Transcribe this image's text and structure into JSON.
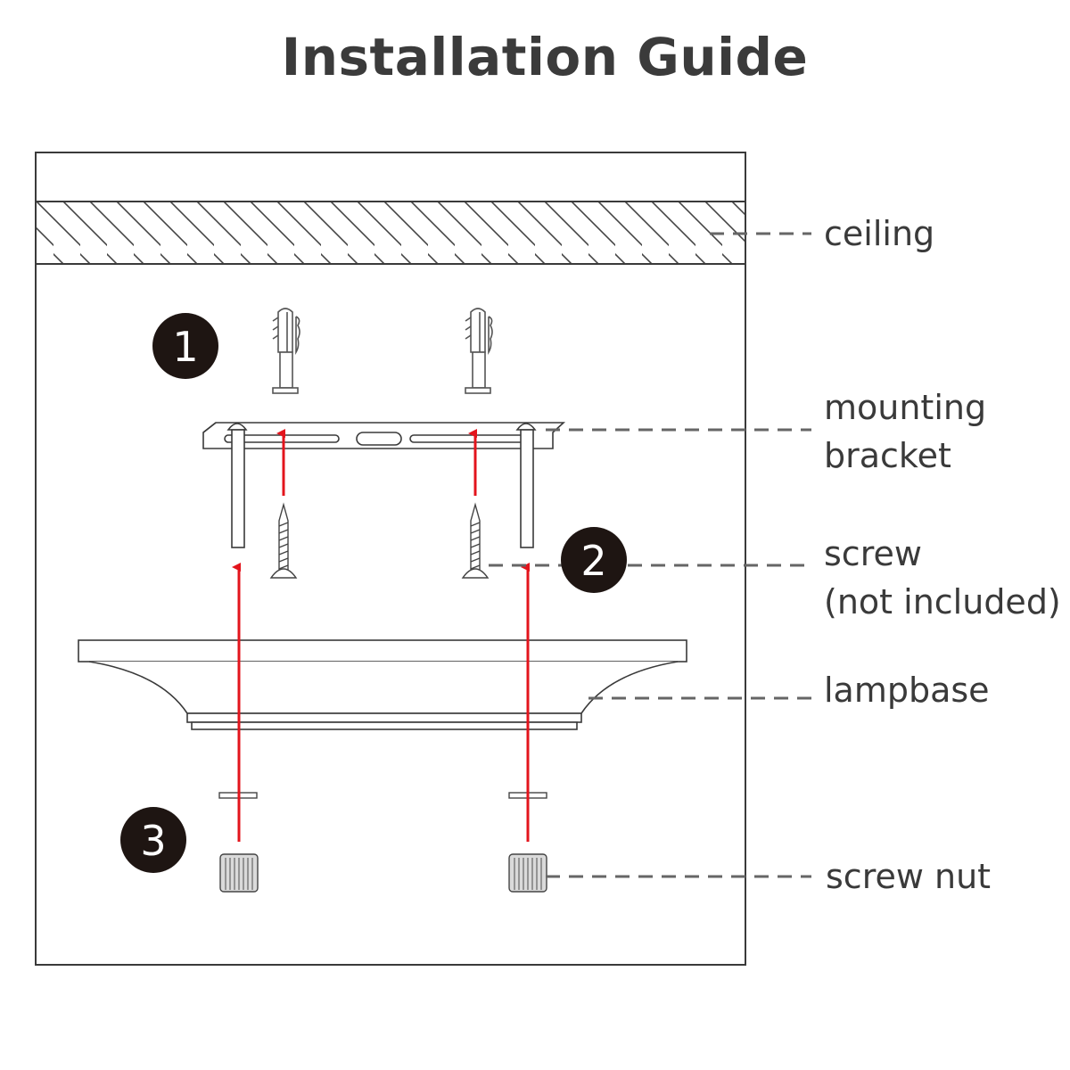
{
  "title": "Installation Guide",
  "labels": {
    "ceiling": "ceiling",
    "mounting_bracket_line1": "mounting",
    "mounting_bracket_line2": "bracket",
    "screw_line1": "screw",
    "screw_line2": "(not included)",
    "lampbase": "lampbase",
    "screw_nut": "screw nut"
  },
  "steps": [
    "1",
    "2",
    "3"
  ],
  "colors": {
    "arrow": "#e3141c",
    "line": "#3a3a3a",
    "badge": "#1e1512",
    "leader": "#666666"
  }
}
